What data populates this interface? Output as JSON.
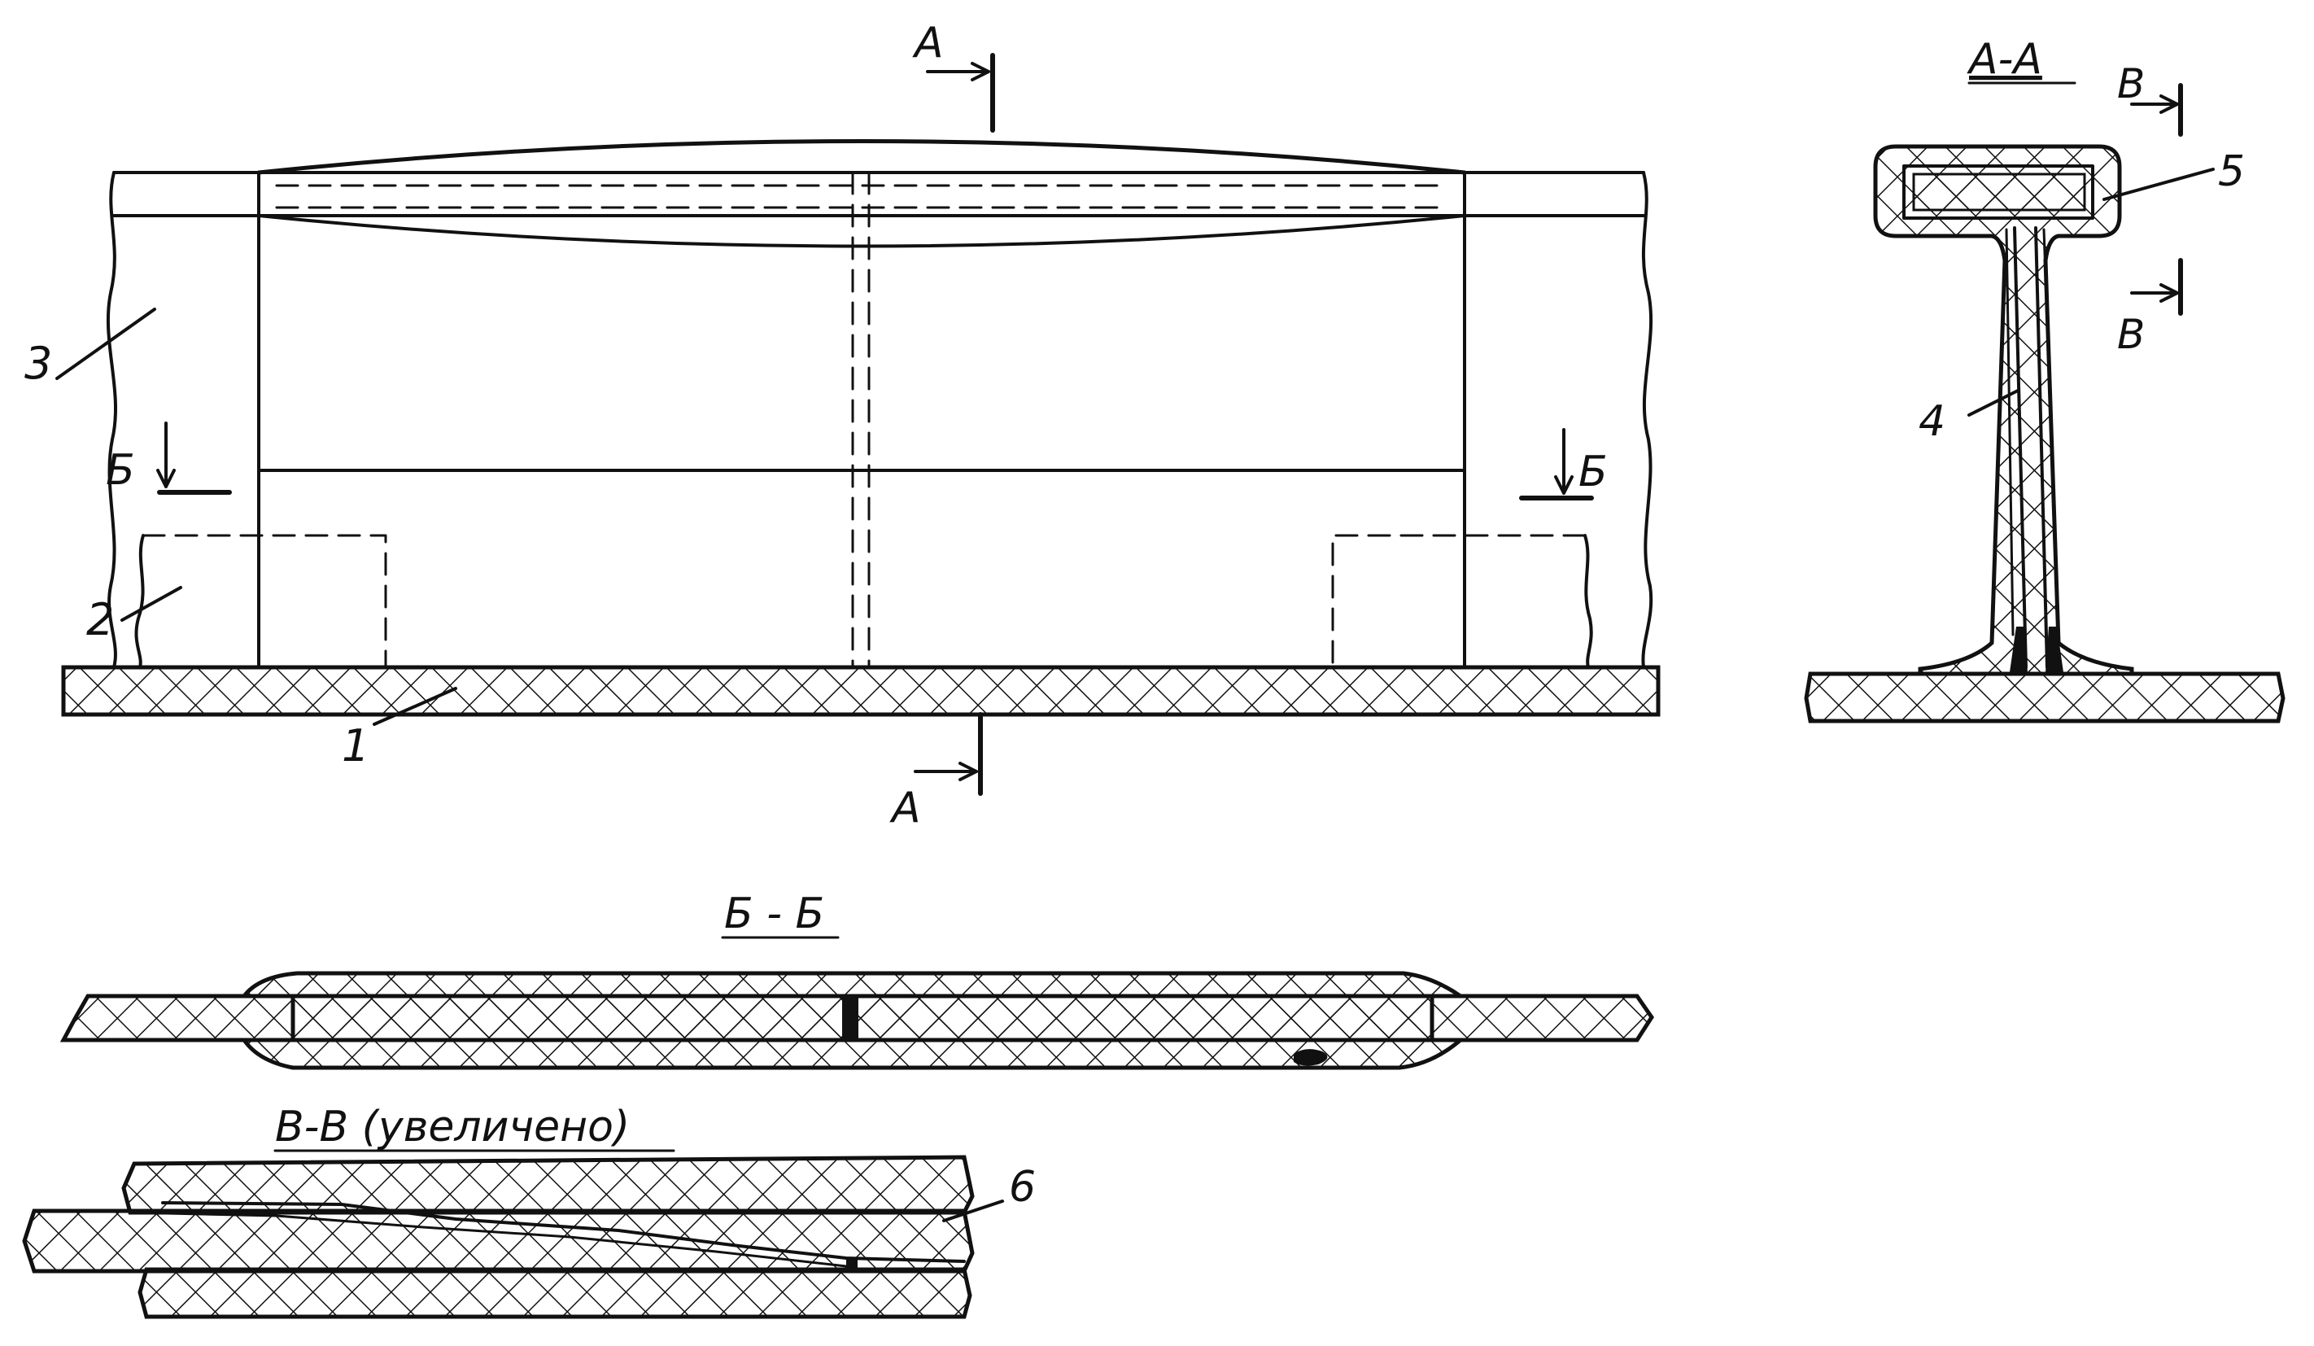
{
  "drawing": {
    "section_marks": {
      "a_top": "А",
      "a_bottom": "А",
      "b_left": "Б",
      "b_right": "Б",
      "v_top": "В",
      "v_bottom": "В"
    },
    "callouts": {
      "part_1": "1",
      "part_2": "2",
      "part_3": "3",
      "part_4": "4",
      "part_5": "5",
      "part_6": "6"
    },
    "view_titles": {
      "section_aa": "А-А",
      "section_bb": "Б - Б",
      "section_vv": "В-В (увеличено)"
    }
  }
}
